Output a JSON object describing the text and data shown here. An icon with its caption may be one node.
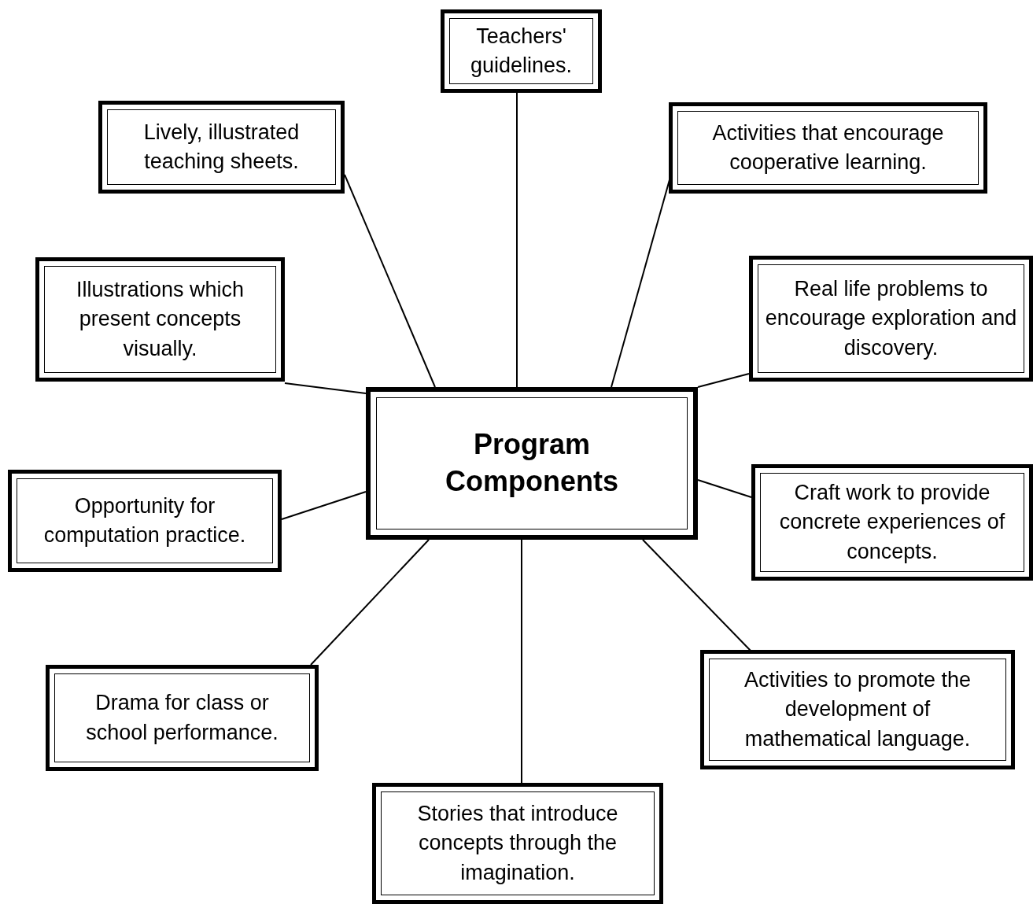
{
  "diagram": {
    "nodes": [
      {
        "text": [
          "Program Components"
        ]
      },
      {
        "text": [
          "Teachers' guidelines."
        ]
      },
      {
        "text": [
          "Lively, illustrated teaching sheets."
        ]
      },
      {
        "text": [
          "Activities that encourage cooperative learning."
        ]
      },
      {
        "text": [
          "Illustrations which present concepts visually."
        ]
      },
      {
        "text": [
          "Real life problems to encourage exploration and discovery."
        ]
      },
      {
        "text": [
          "Opportunity for computation practice."
        ]
      },
      {
        "text": [
          "Craft work to provide concrete experiences of concepts."
        ]
      },
      {
        "text": [
          "Drama for class or school performance."
        ]
      },
      {
        "text": [
          "Activities to promote the development of mathematical language."
        ]
      },
      {
        "text": [
          "Stories that introduce concepts through the imagination."
        ]
      }
    ],
    "edges": [
      {
        "from": 0,
        "to": 1,
        "arrow": "none"
      },
      {
        "from": 0,
        "to": 2,
        "arrow": "none"
      },
      {
        "from": 0,
        "to": 3,
        "arrow": "none"
      },
      {
        "from": 0,
        "to": 4,
        "arrow": "none"
      },
      {
        "from": 0,
        "to": 5,
        "arrow": "none"
      },
      {
        "from": 0,
        "to": 6,
        "arrow": "none"
      },
      {
        "from": 0,
        "to": 7,
        "arrow": "none"
      },
      {
        "from": 0,
        "to": 8,
        "arrow": "none"
      },
      {
        "from": 0,
        "to": 9,
        "arrow": "none"
      },
      {
        "from": 0,
        "to": 10,
        "arrow": "none"
      }
    ]
  }
}
